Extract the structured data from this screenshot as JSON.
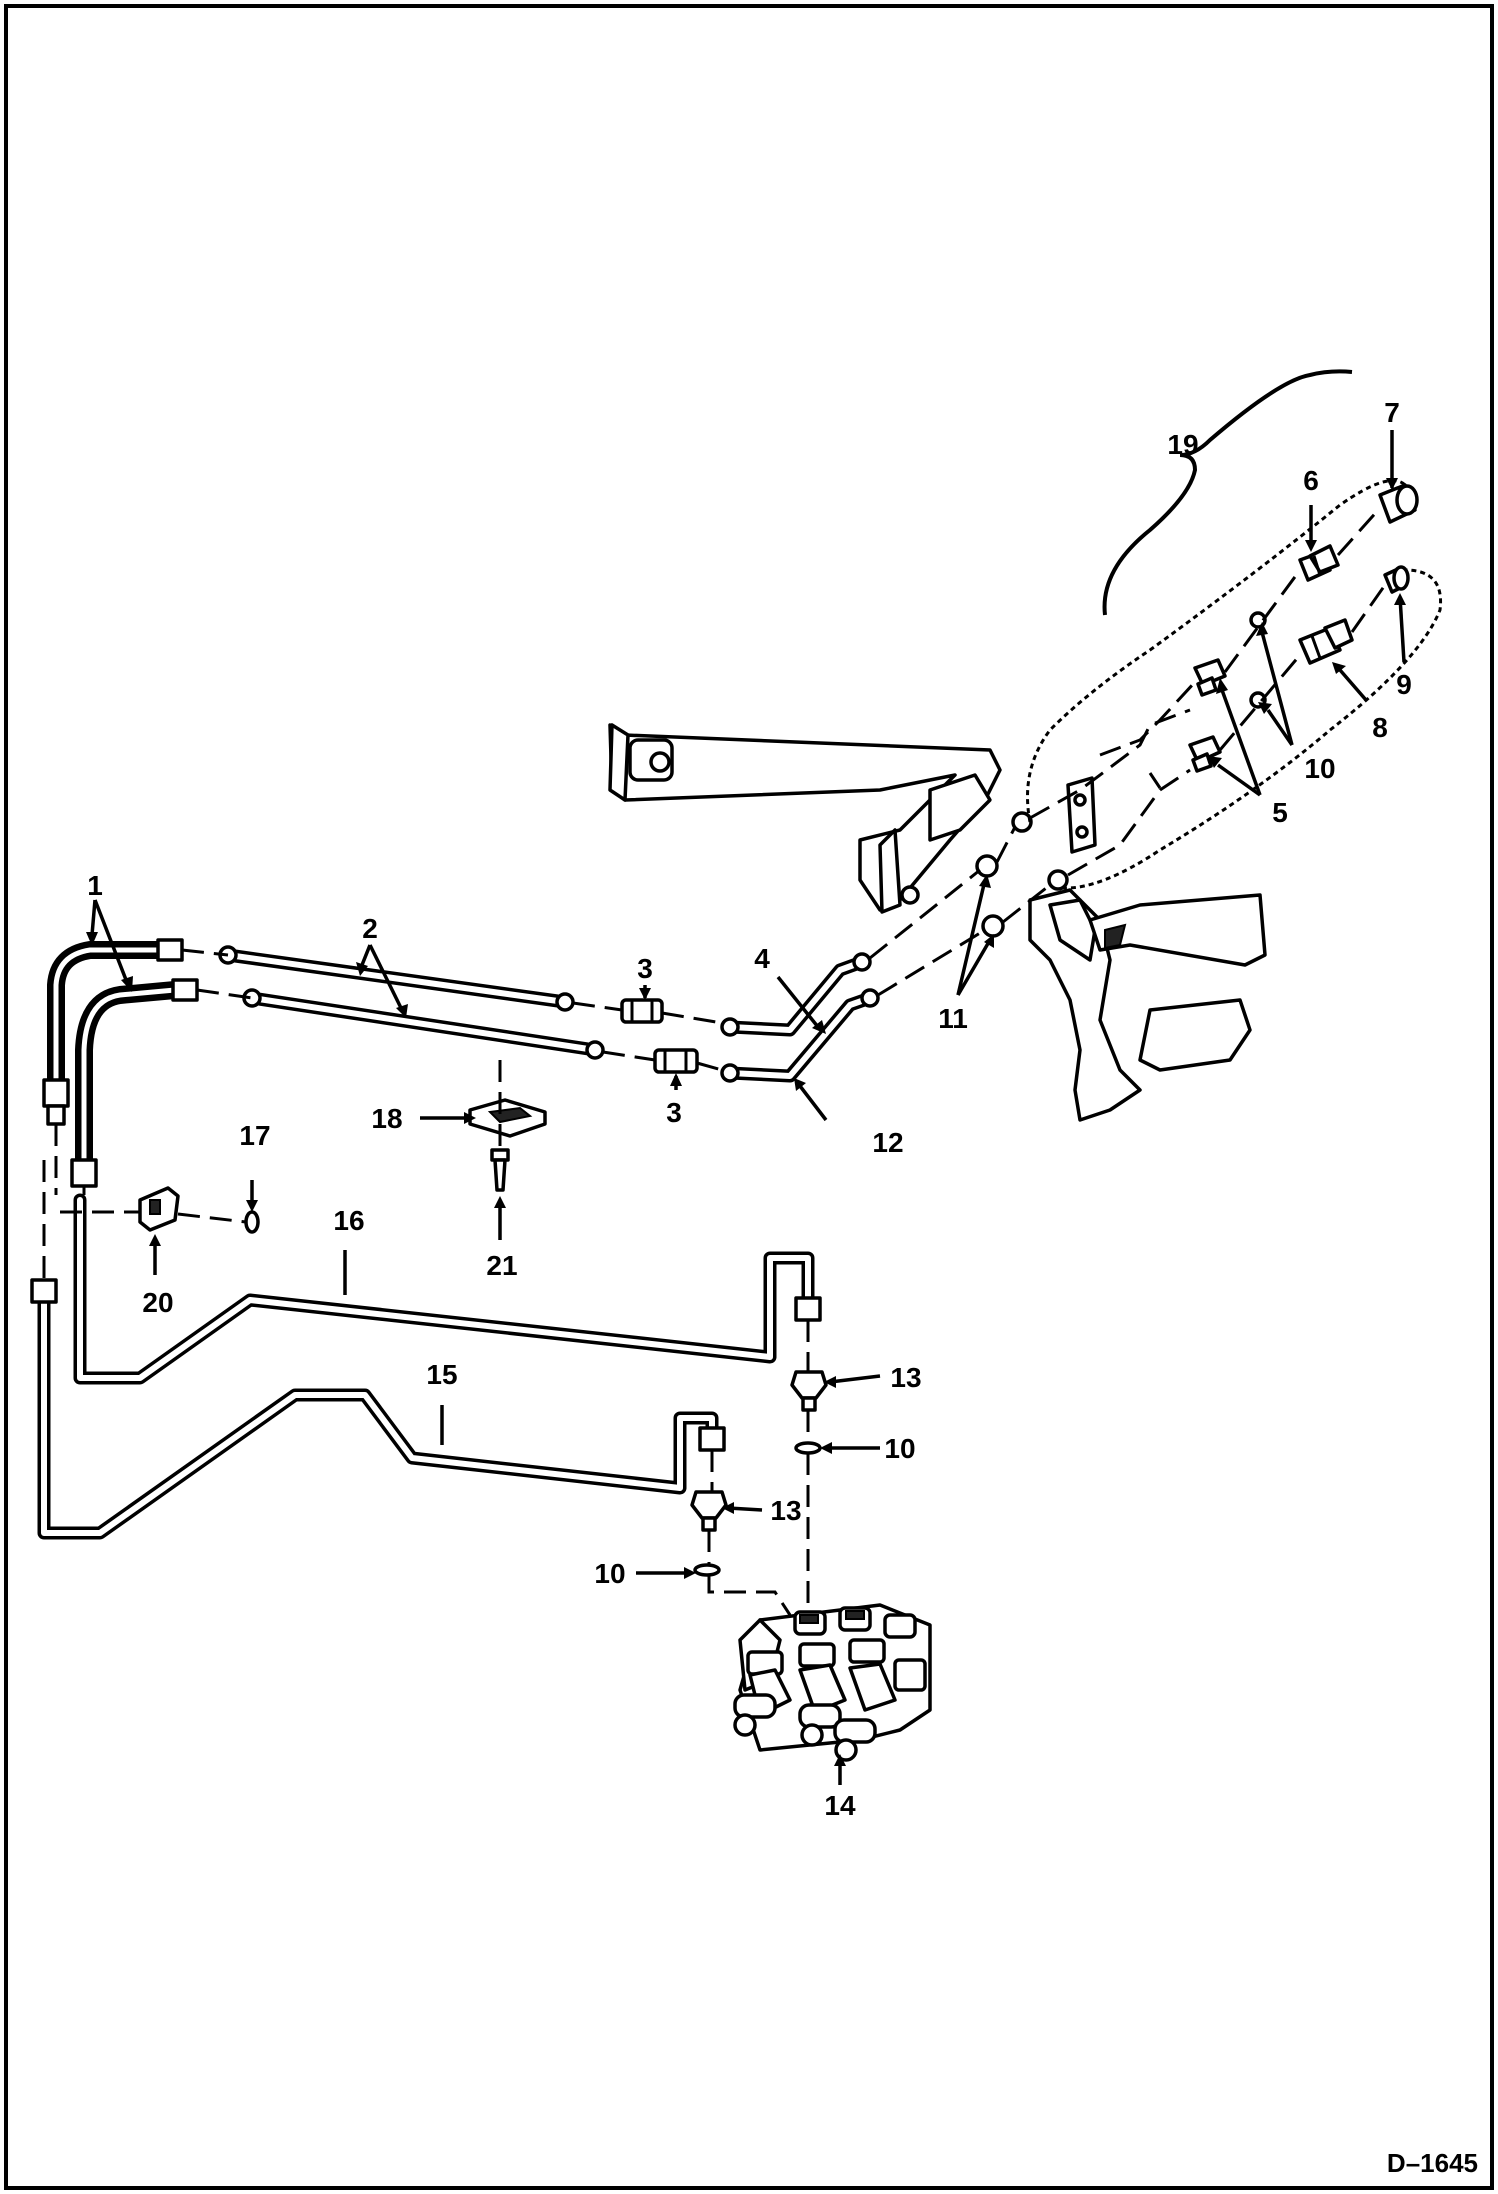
{
  "drawing_code": "D–1645",
  "callouts": {
    "c1": "1",
    "c2": "2",
    "c3a": "3",
    "c3b": "3",
    "c4": "4",
    "c5": "5",
    "c6": "6",
    "c7": "7",
    "c8": "8",
    "c9": "9",
    "c10a": "10",
    "c10b": "10",
    "c10c": "10",
    "c11": "11",
    "c12": "12",
    "c13a": "13",
    "c13b": "13",
    "c14": "14",
    "c15": "15",
    "c16": "16",
    "c17": "17",
    "c18": "18",
    "c19": "19",
    "c20": "20",
    "c21": "21"
  }
}
